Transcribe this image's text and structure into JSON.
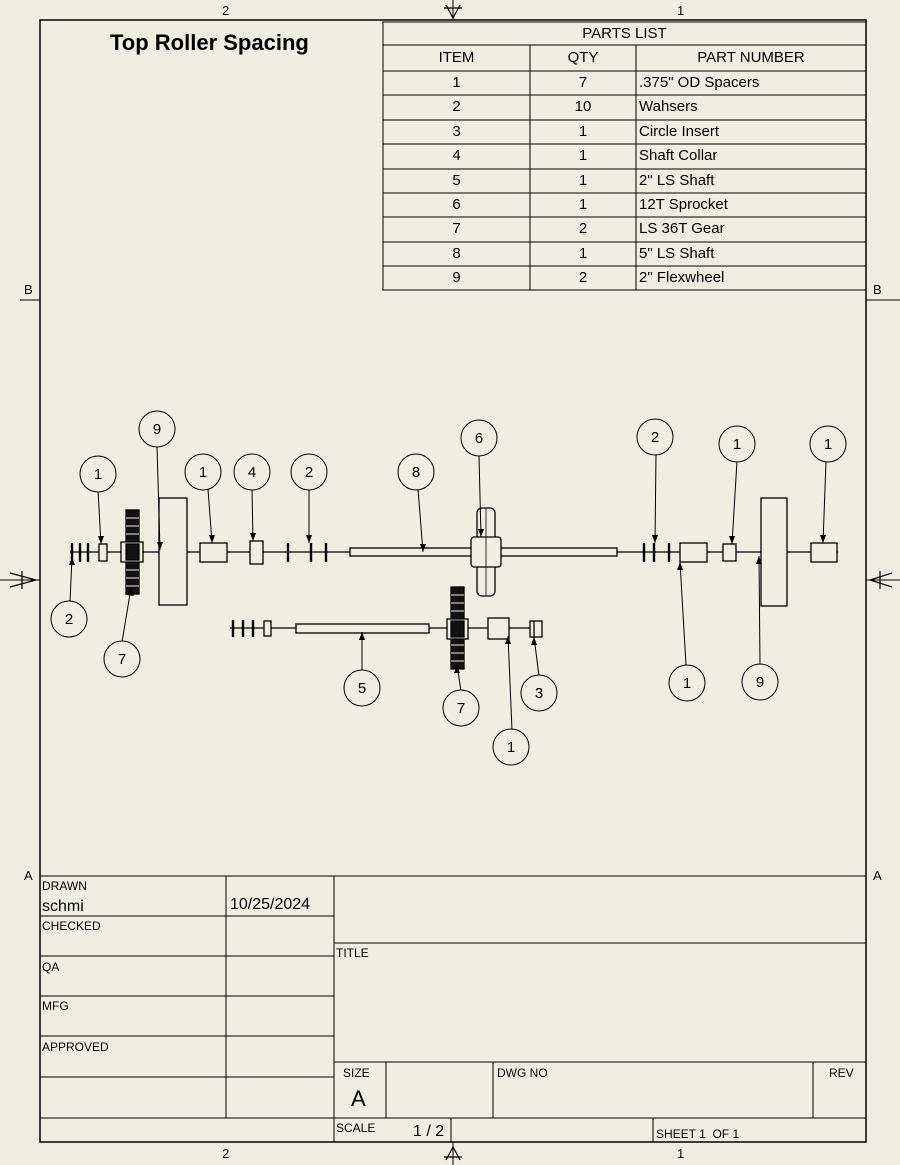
{
  "drawing": {
    "title": "Top Roller Spacing",
    "zones": {
      "top": [
        "2",
        "1"
      ],
      "bottom": [
        "2",
        "1"
      ],
      "left": [
        "B",
        "A"
      ],
      "right": [
        "B",
        "A"
      ]
    }
  },
  "parts_list": {
    "heading": "PARTS LIST",
    "columns": [
      "ITEM",
      "QTY",
      "PART NUMBER"
    ],
    "rows": [
      {
        "item": "1",
        "qty": "7",
        "part": ".375\" OD Spacers"
      },
      {
        "item": "2",
        "qty": "10",
        "part": "Wahsers"
      },
      {
        "item": "3",
        "qty": "1",
        "part": "Circle Insert"
      },
      {
        "item": "4",
        "qty": "1",
        "part": "Shaft Collar"
      },
      {
        "item": "5",
        "qty": "1",
        "part": "2\" LS Shaft"
      },
      {
        "item": "6",
        "qty": "1",
        "part": "12T Sprocket"
      },
      {
        "item": "7",
        "qty": "2",
        "part": "LS 36T Gear"
      },
      {
        "item": "8",
        "qty": "1",
        "part": "5\" LS Shaft"
      },
      {
        "item": "9",
        "qty": "2",
        "part": "2\" Flexwheel"
      }
    ]
  },
  "balloons": [
    "9",
    "1",
    "1",
    "4",
    "2",
    "8",
    "6",
    "2",
    "1",
    "1",
    "2",
    "7",
    "5",
    "7",
    "1",
    "3",
    "1",
    "9"
  ],
  "title_block": {
    "drawn_label": "DRAWN",
    "drawn_by": "schmi",
    "date": "10/25/2024",
    "checked_label": "CHECKED",
    "qa_label": "QA",
    "mfg_label": "MFG",
    "approved_label": "APPROVED",
    "title_label": "TITLE",
    "size_label": "SIZE",
    "size_value": "A",
    "dwg_no_label": "DWG NO",
    "rev_label": "REV",
    "scale_label": "SCALE",
    "scale_value": "1 / 2",
    "sheet_text": "SHEET 1  OF 1"
  }
}
